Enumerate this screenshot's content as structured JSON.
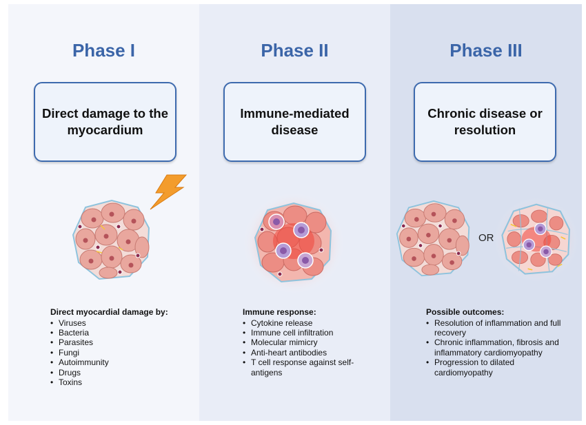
{
  "phases": [
    {
      "title": "Phase I",
      "box_text": "Direct damage to the myocardium",
      "list_heading": "Direct myocardial damage by:",
      "items": [
        "Viruses",
        "Bacteria",
        "Parasites",
        "Fungi",
        "Autoimmunity",
        "Drugs",
        "Toxins"
      ]
    },
    {
      "title": "Phase II",
      "box_text": "Immune-mediated disease",
      "list_heading": "Immune response:",
      "items": [
        "Cytokine release",
        "Immune cell infiltration",
        "Molecular mimicry",
        "Anti-heart antibodies",
        "T cell response against self-antigens"
      ]
    },
    {
      "title": "Phase III",
      "box_text": "Chronic disease or resolution",
      "list_heading": "Possible outcomes:",
      "items": [
        "Resolution of inflammation and full recovery",
        "Chronic inflammation, fibrosis and inflammatory cardiomyopathy",
        "Progression to dilated cardiomyopathy"
      ],
      "or_label": "OR"
    }
  ],
  "colors": {
    "title": "#3b65a8",
    "box_border": "#3d6aae",
    "cell_fill": "#e9a79e",
    "inflammation": "#f26355",
    "immune_cell": "#b59bd6",
    "lightning": "#f39c2c"
  },
  "icons": [
    "lightning-bolt-icon"
  ]
}
